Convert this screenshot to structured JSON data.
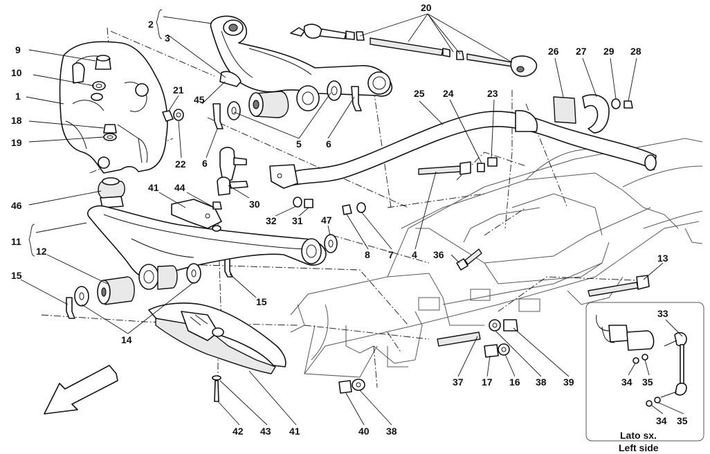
{
  "callouts": [
    {
      "id": "c20",
      "text": "20"
    },
    {
      "id": "c2",
      "text": "2"
    },
    {
      "id": "c3",
      "text": "3"
    },
    {
      "id": "c9",
      "text": "9"
    },
    {
      "id": "c10",
      "text": "10"
    },
    {
      "id": "c1",
      "text": "1"
    },
    {
      "id": "c18",
      "text": "18"
    },
    {
      "id": "c19",
      "text": "19"
    },
    {
      "id": "c21",
      "text": "21"
    },
    {
      "id": "c45",
      "text": "45"
    },
    {
      "id": "c22",
      "text": "22"
    },
    {
      "id": "c5",
      "text": "5"
    },
    {
      "id": "c6a",
      "text": "6"
    },
    {
      "id": "c6b",
      "text": "6"
    },
    {
      "id": "c26",
      "text": "26"
    },
    {
      "id": "c27",
      "text": "27"
    },
    {
      "id": "c29",
      "text": "29"
    },
    {
      "id": "c28",
      "text": "28"
    },
    {
      "id": "c25",
      "text": "25"
    },
    {
      "id": "c24",
      "text": "24"
    },
    {
      "id": "c23",
      "text": "23"
    },
    {
      "id": "c46",
      "text": "46"
    },
    {
      "id": "c41a",
      "text": "41"
    },
    {
      "id": "c44",
      "text": "44"
    },
    {
      "id": "c30",
      "text": "30"
    },
    {
      "id": "c32",
      "text": "32"
    },
    {
      "id": "c31",
      "text": "31"
    },
    {
      "id": "c11",
      "text": "11"
    },
    {
      "id": "c12",
      "text": "12"
    },
    {
      "id": "c47",
      "text": "47"
    },
    {
      "id": "c8",
      "text": "8"
    },
    {
      "id": "c7",
      "text": "7"
    },
    {
      "id": "c4",
      "text": "4"
    },
    {
      "id": "c36",
      "text": "36"
    },
    {
      "id": "c13",
      "text": "13"
    },
    {
      "id": "c15a",
      "text": "15"
    },
    {
      "id": "c15b",
      "text": "15"
    },
    {
      "id": "c14",
      "text": "14"
    },
    {
      "id": "c37",
      "text": "37"
    },
    {
      "id": "c17",
      "text": "17"
    },
    {
      "id": "c16",
      "text": "16"
    },
    {
      "id": "c38a",
      "text": "38"
    },
    {
      "id": "c39",
      "text": "39"
    },
    {
      "id": "c42",
      "text": "42"
    },
    {
      "id": "c43",
      "text": "43"
    },
    {
      "id": "c41b",
      "text": "41"
    },
    {
      "id": "c40",
      "text": "40"
    },
    {
      "id": "c38b",
      "text": "38"
    }
  ],
  "inset": {
    "callouts": [
      {
        "id": "i33",
        "text": "33"
      },
      {
        "id": "i34a",
        "text": "34"
      },
      {
        "id": "i35a",
        "text": "35"
      },
      {
        "id": "i34b",
        "text": "34"
      },
      {
        "id": "i35b",
        "text": "35"
      }
    ],
    "caption_line1": "Lato sx.",
    "caption_line2": "Left side"
  },
  "icons": {
    "front_arrow": "direction-arrow-icon"
  }
}
